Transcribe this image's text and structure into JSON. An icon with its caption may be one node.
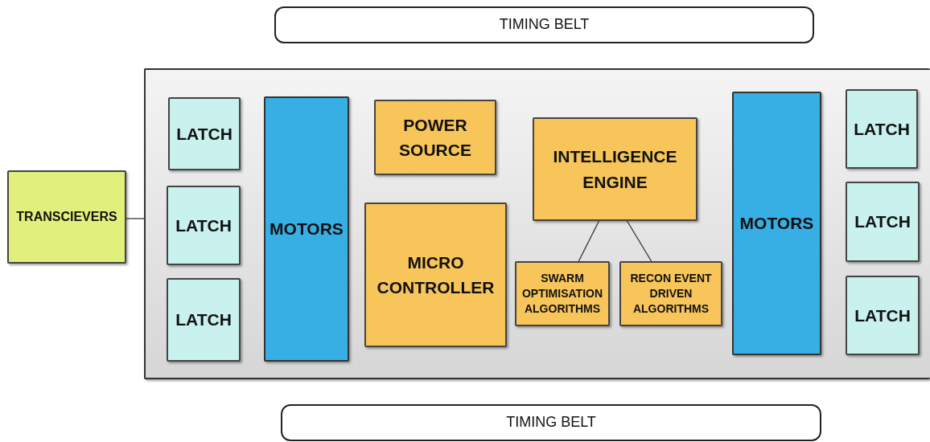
{
  "diagram": {
    "nodes": [
      {
        "text": [
          "TIMING BELT"
        ]
      },
      {
        "text": [],
        "shape": "box"
      },
      {
        "text": [
          "LATCH"
        ],
        "in": 1
      },
      {
        "text": [
          "LATCH"
        ],
        "in": 1
      },
      {
        "text": [
          "LATCH"
        ],
        "in": 1
      },
      {
        "text": [
          "MOTORS"
        ],
        "in": 1
      },
      {
        "text": [
          "POWER SOURCE"
        ],
        "in": 1
      },
      {
        "text": [
          "INTELLIGENCE ENGINE"
        ],
        "in": 1
      },
      {
        "text": [
          "MICRO CONTROLLER"
        ],
        "in": 1
      },
      {
        "text": [
          "SWARM OPTIMISATION ALGORITHMS"
        ],
        "in": 1
      },
      {
        "text": [
          "RECON EVENT DRIVEN ALGORITHMS"
        ],
        "in": 1
      },
      {
        "text": [
          "MOTORS"
        ],
        "in": 1
      },
      {
        "text": [
          "LATCH"
        ],
        "in": 1
      },
      {
        "text": [
          "LATCH"
        ],
        "in": 1
      },
      {
        "text": [
          "LATCH"
        ],
        "in": 1
      },
      {
        "text": [
          "TRANSCIEVERS"
        ]
      },
      {
        "text": [
          "TIMING BELT"
        ]
      }
    ],
    "edges": [
      {
        "from": 15,
        "to": 1,
        "arrow": "none"
      },
      {
        "from": 7,
        "to": 9,
        "arrow": "none"
      },
      {
        "from": 7,
        "to": 10,
        "arrow": "none"
      }
    ]
  }
}
